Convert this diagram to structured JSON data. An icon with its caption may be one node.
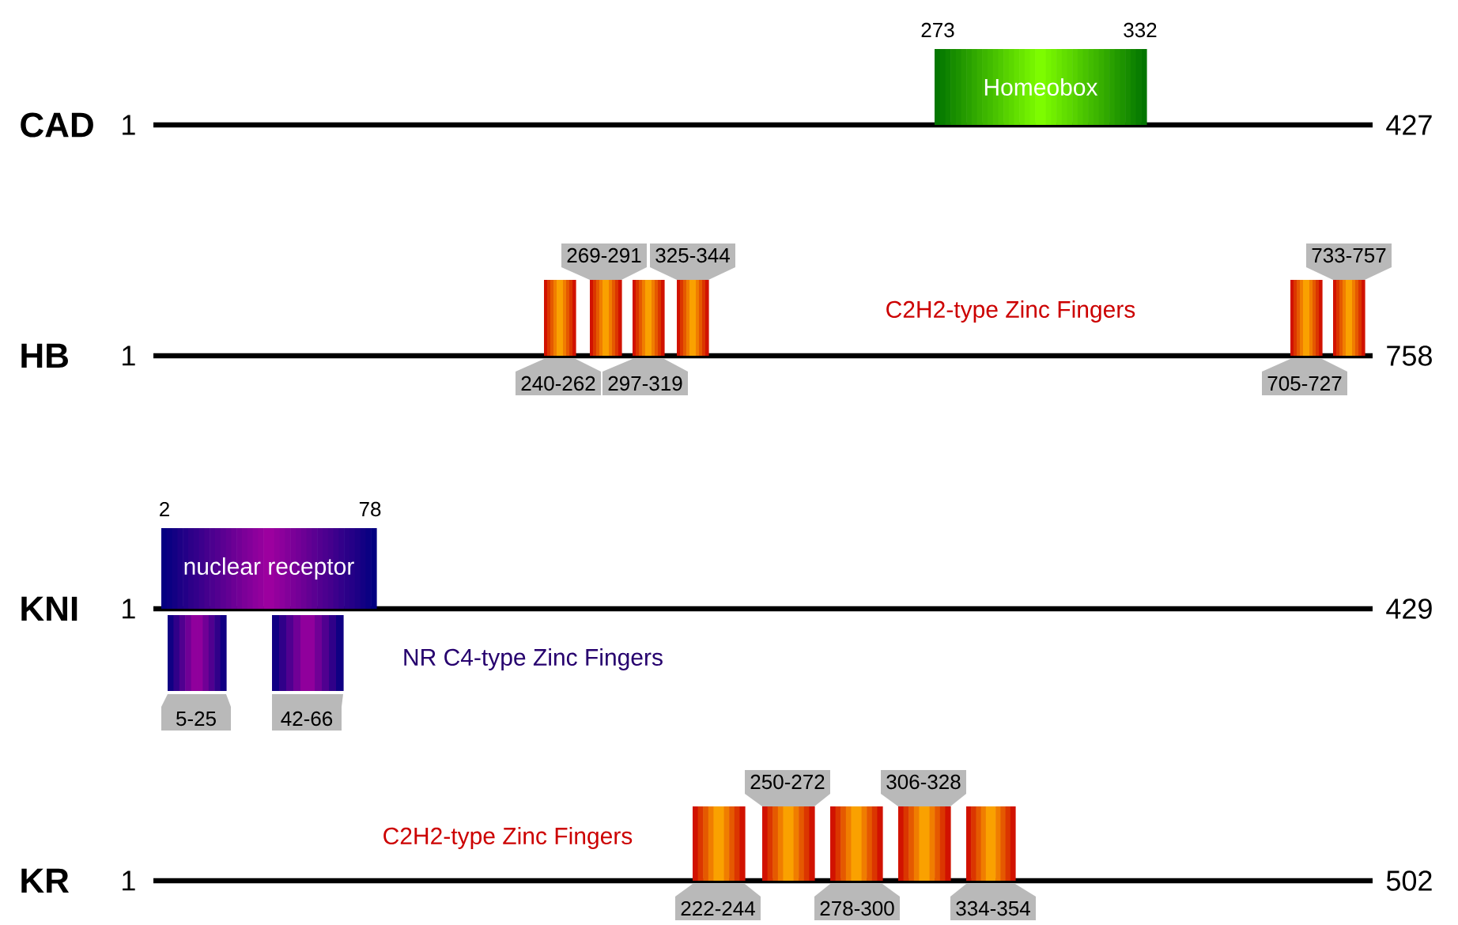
{
  "diagram": {
    "nodes": [
      {
        "text": [
          "Homeobox"
        ],
        "beside": [
          "273",
          "332"
        ]
      },
      {
        "text": [],
        "shape": "bar",
        "beside": [
          "240-262"
        ]
      },
      {
        "text": [],
        "shape": "bar",
        "beside": [
          "269-291"
        ]
      },
      {
        "text": [],
        "shape": "bar",
        "beside": [
          "297-319"
        ]
      },
      {
        "text": [],
        "shape": "bar",
        "beside": [
          "325-344"
        ]
      },
      {
        "text": [],
        "shape": "bar",
        "beside": [
          "705-727"
        ]
      },
      {
        "text": [],
        "shape": "bar",
        "beside": [
          "733-757"
        ]
      },
      {
        "text": [
          "nuclear receptor"
        ],
        "beside": [
          "2",
          "78"
        ]
      },
      {
        "text": [],
        "shape": "bar",
        "beside": [
          "5-25"
        ]
      },
      {
        "text": [],
        "shape": "bar",
        "beside": [
          "42-66"
        ]
      },
      {
        "text": [],
        "shape": "bar",
        "beside": [
          "222-244"
        ]
      },
      {
        "text": [],
        "shape": "bar",
        "beside": [
          "250-272"
        ]
      },
      {
        "text": [],
        "shape": "bar",
        "beside": [
          "278-300"
        ]
      },
      {
        "text": [],
        "shape": "bar",
        "beside": [
          "306-328"
        ]
      },
      {
        "text": [],
        "shape": "bar",
        "beside": [
          "334-354"
        ]
      }
    ],
    "labels": [
      "CAD",
      "1",
      "427",
      "C2H2-type Zinc Fingers",
      "HB",
      "1",
      "758",
      "KNI",
      "1",
      "429",
      "NR C4-type Zinc Fingers",
      "C2H2-type Zinc Fingers",
      "KR",
      "1",
      "502"
    ]
  }
}
